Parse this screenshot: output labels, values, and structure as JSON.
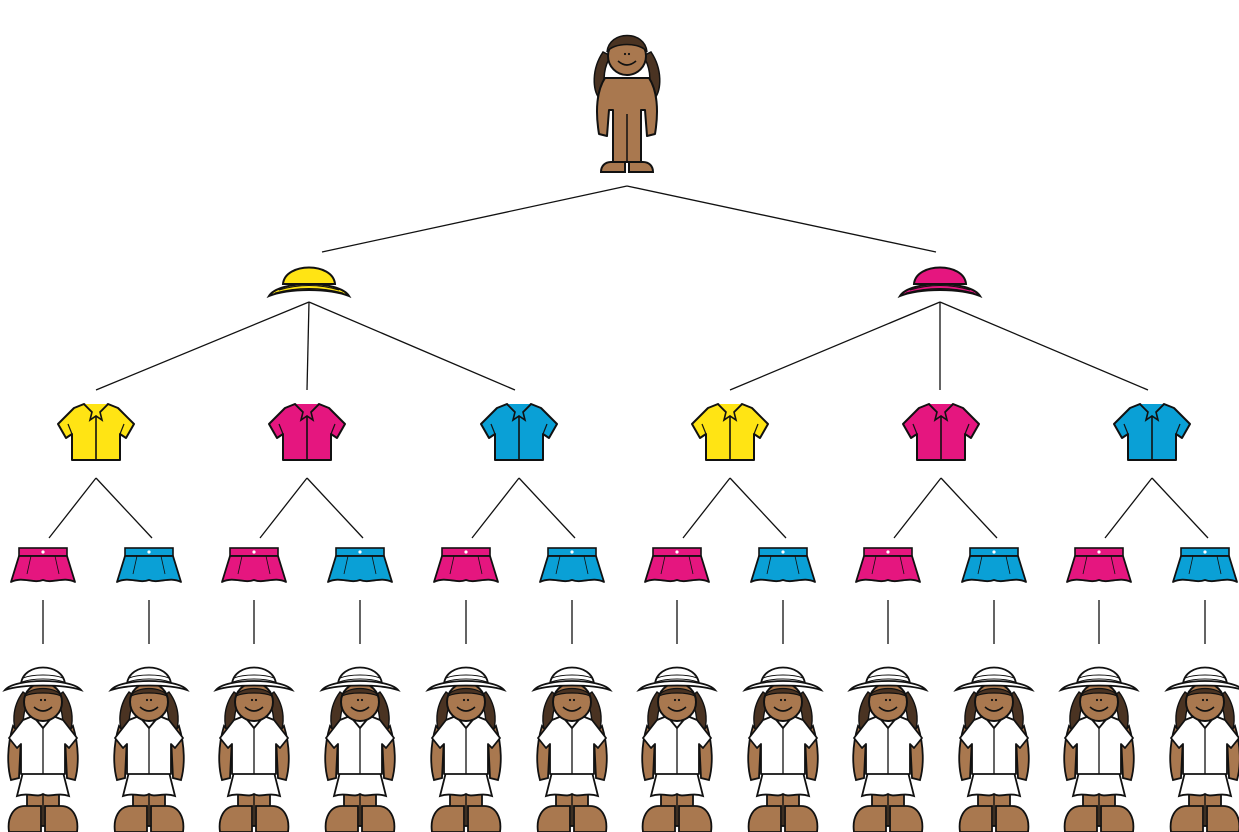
{
  "colors": {
    "skin": "#a9784f",
    "skin_dark": "#6e4a2e",
    "hair": "#4a3322",
    "outline": "#111111",
    "yellow": "#ffe414",
    "magenta": "#e5167f",
    "cyan": "#0aa0d6",
    "white": "#ffffff",
    "line": "#111111"
  },
  "tree": {
    "root": {
      "icon": "girl-undressed-icon"
    },
    "hats": [
      {
        "color": "yellow",
        "icon": "hat-icon"
      },
      {
        "color": "magenta",
        "icon": "hat-icon"
      }
    ],
    "shirts": [
      {
        "color": "yellow",
        "parent": 0
      },
      {
        "color": "magenta",
        "parent": 0
      },
      {
        "color": "cyan",
        "parent": 0
      },
      {
        "color": "yellow",
        "parent": 1
      },
      {
        "color": "magenta",
        "parent": 1
      },
      {
        "color": "cyan",
        "parent": 1
      }
    ],
    "skirt_colors": [
      "magenta",
      "cyan"
    ],
    "outcome_icon": "girl-dressed-icon",
    "outcome_count": 12
  }
}
